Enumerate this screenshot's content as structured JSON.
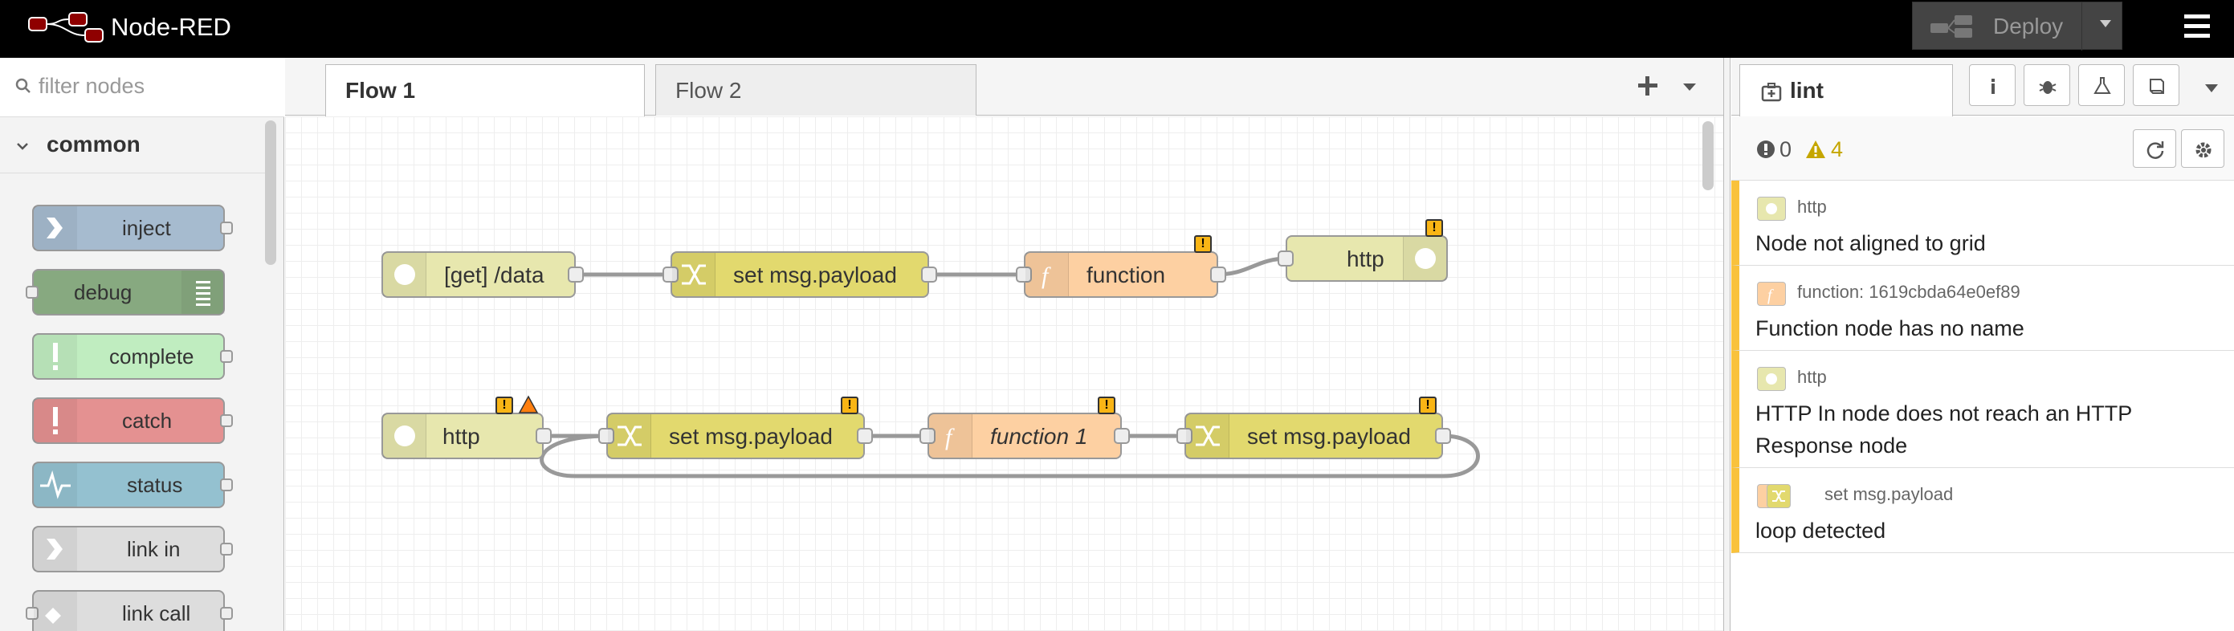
{
  "header": {
    "title": "Node-RED",
    "deploy_label": "Deploy"
  },
  "palette": {
    "search_placeholder": "filter nodes",
    "category": "common",
    "nodes": [
      {
        "label": "inject",
        "color": "#a6bbcf"
      },
      {
        "label": "debug",
        "color": "#87a980"
      },
      {
        "label": "complete",
        "color": "#c0edc0"
      },
      {
        "label": "catch",
        "color": "#e49191"
      },
      {
        "label": "status",
        "color": "#94c1d0"
      },
      {
        "label": "link in",
        "color": "#dddddd"
      },
      {
        "label": "link call",
        "color": "#dddddd"
      }
    ]
  },
  "workspace": {
    "tabs": [
      {
        "label": "Flow 1",
        "active": true
      },
      {
        "label": "Flow 2",
        "active": false
      }
    ],
    "flow_nodes": [
      {
        "label": "[get] /data",
        "type": "http in",
        "color": "#e7e7ae"
      },
      {
        "label": "set msg.payload",
        "type": "change",
        "color": "#e2d96e"
      },
      {
        "label": "function",
        "type": "function",
        "color": "#fdd0a2",
        "warning": true
      },
      {
        "label": "http",
        "type": "http response",
        "color": "#e7e7ae",
        "warning": true
      },
      {
        "label": "http",
        "type": "http in",
        "color": "#e7e7ae",
        "warning": true,
        "changed": true
      },
      {
        "label": "set msg.payload",
        "type": "change",
        "color": "#e2d96e",
        "warning": true
      },
      {
        "label": "function 1",
        "type": "function",
        "color": "#fdd0a2",
        "warning": true
      },
      {
        "label": "set msg.payload",
        "type": "change",
        "color": "#e2d96e",
        "warning": true
      }
    ]
  },
  "sidebar": {
    "active_tab": "lint",
    "error_count": "0",
    "warning_count": "4",
    "items": [
      {
        "node": "http",
        "message": "Node not aligned to grid",
        "icon_color": "#e7e7ae"
      },
      {
        "node": "function: 1619cbda64e0ef89",
        "message": "Function node has no name",
        "icon_color": "#fdd0a2"
      },
      {
        "node": "http",
        "message": "HTTP In node does not reach an HTTP Response node",
        "icon_color": "#e7e7ae"
      },
      {
        "node": "set msg.payload",
        "message": "loop detected",
        "icon_color": "#e2d96e"
      }
    ]
  },
  "colors": {
    "header_bg": "#000000",
    "accent_warning": "#f9b515",
    "lint_border": "#f9c23c"
  }
}
